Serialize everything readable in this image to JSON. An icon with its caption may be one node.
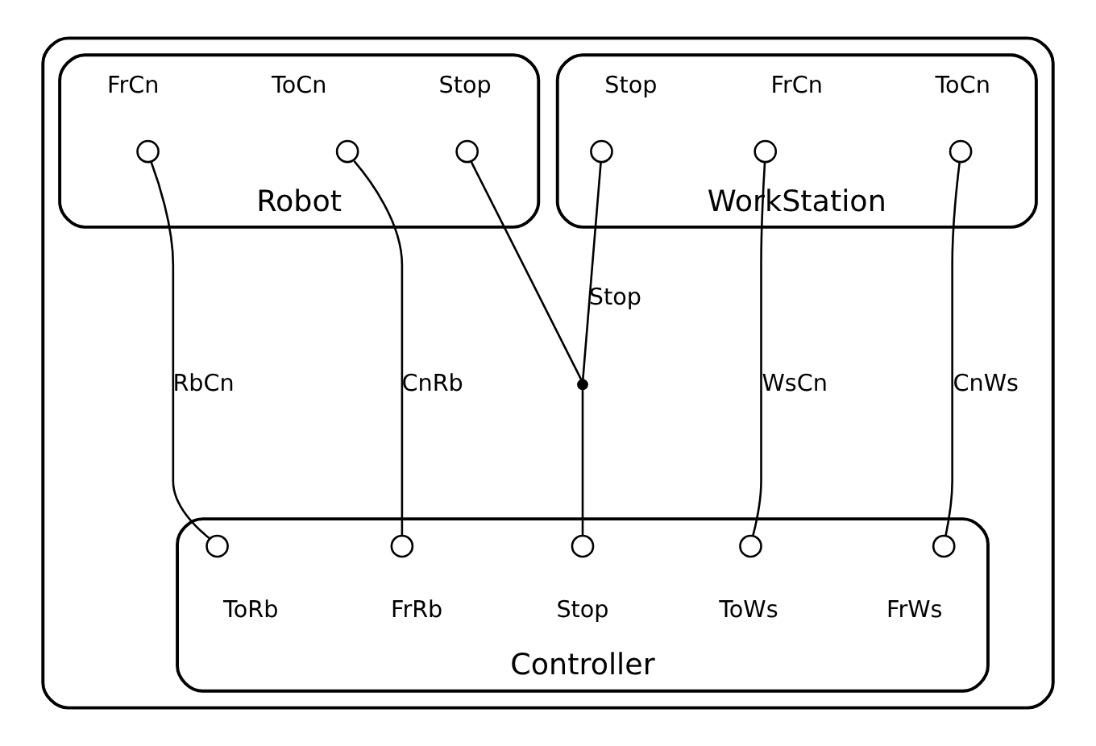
{
  "diagram": {
    "nodes": [
      {
        "text": [],
        "shape": "box"
      },
      {
        "text": [
          "WorkStation"
        ],
        "in": 0
      },
      {
        "text": [],
        "shape": "circle",
        "beside": [
          "Stop"
        ],
        "in": 1
      },
      {
        "text": [],
        "shape": "circle",
        "beside": [
          "FrCn"
        ],
        "in": 1
      },
      {
        "text": [],
        "shape": "circle",
        "beside": [
          "ToCn"
        ],
        "in": 1
      },
      {
        "text": [
          "Robot"
        ],
        "in": 0
      },
      {
        "text": [],
        "shape": "circle",
        "beside": [
          "Stop"
        ],
        "in": 5
      },
      {
        "text": [],
        "shape": "circle",
        "beside": [
          "FrCn"
        ],
        "in": 5
      },
      {
        "text": [],
        "shape": "circle",
        "beside": [
          "ToCn"
        ],
        "in": 5
      },
      {
        "text": [
          "Controller"
        ],
        "in": 0
      },
      {
        "text": [],
        "shape": "circle",
        "beside": [
          "ToWs"
        ],
        "in": 9
      },
      {
        "text": [],
        "shape": "circle",
        "beside": [
          "FrWs"
        ],
        "in": 9
      },
      {
        "text": [],
        "shape": "circle",
        "beside": [
          "Stop"
        ],
        "in": 9
      },
      {
        "text": [],
        "shape": "circle",
        "beside": [
          "ToRb"
        ],
        "in": 9
      },
      {
        "text": [],
        "shape": "circle",
        "beside": [
          "FrRb"
        ],
        "in": 9
      },
      {
        "text": [],
        "shape": "point",
        "in": 0
      }
    ],
    "edges": [
      {
        "from": 3,
        "to": 10,
        "arrow": "none",
        "label": "WsCn"
      },
      {
        "from": 4,
        "to": 11,
        "arrow": "none",
        "label": "CnWs"
      },
      {
        "from": 2,
        "to": 15,
        "arrow": "none",
        "label": "Stop"
      },
      {
        "from": 6,
        "to": 15,
        "arrow": "none"
      },
      {
        "from": 15,
        "to": 12,
        "arrow": "none"
      },
      {
        "from": 7,
        "to": 13,
        "arrow": "none",
        "label": "RbCn"
      },
      {
        "from": 8,
        "to": 14,
        "arrow": "none",
        "label": "CnRb"
      }
    ]
  }
}
